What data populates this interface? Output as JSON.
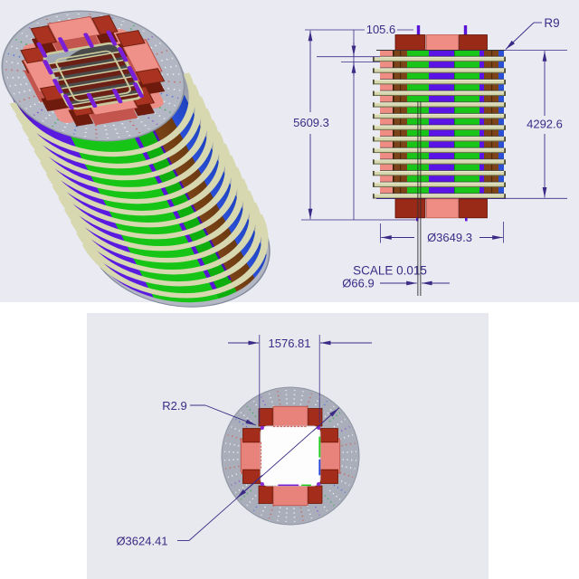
{
  "drawing": {
    "type": "cad-multiview-engineering-drawing",
    "views": [
      "isometric",
      "front",
      "top"
    ],
    "front_view": {
      "dimensions": {
        "ring_pitch": "105.6",
        "corner_radius": "R9",
        "overall_height": "5609.3",
        "stack_height": "4292.6",
        "outer_diameter": "Ø3649.3",
        "stud_diameter": "Ø66.9",
        "scale_note": "SCALE 0.015"
      }
    },
    "top_view": {
      "dimensions": {
        "bore_width": "1576.81",
        "fillet_radius": "R2.9",
        "disk_diameter": "Ø3624.41"
      }
    }
  },
  "colors": {
    "sheet_top_bg": "#eaebf2",
    "sheet_bottom_bg": "#e8e9ee",
    "dimension": "#3b2a86",
    "disk_gray": "#a9aeba",
    "block_pink": "#ef8d85",
    "block_dark_red": "#9a2a18",
    "lam_green": "#19c519",
    "lam_purple": "#5a14e6",
    "lam_brown": "#7c4418",
    "lam_blue": "#2b50d8",
    "ring_tan": "#d7d8b0"
  },
  "rays": {
    "count": 48,
    "r0": 0.76,
    "r1": 0.96,
    "palette": [
      "#ededed",
      "#ededed",
      "#c96a5e",
      "#ededed",
      "#5b74d8",
      "#ededed",
      "#3fae57",
      "#ededed",
      "#8a5ad0",
      "#ededed",
      "#c96a5e",
      "#ededed"
    ]
  }
}
